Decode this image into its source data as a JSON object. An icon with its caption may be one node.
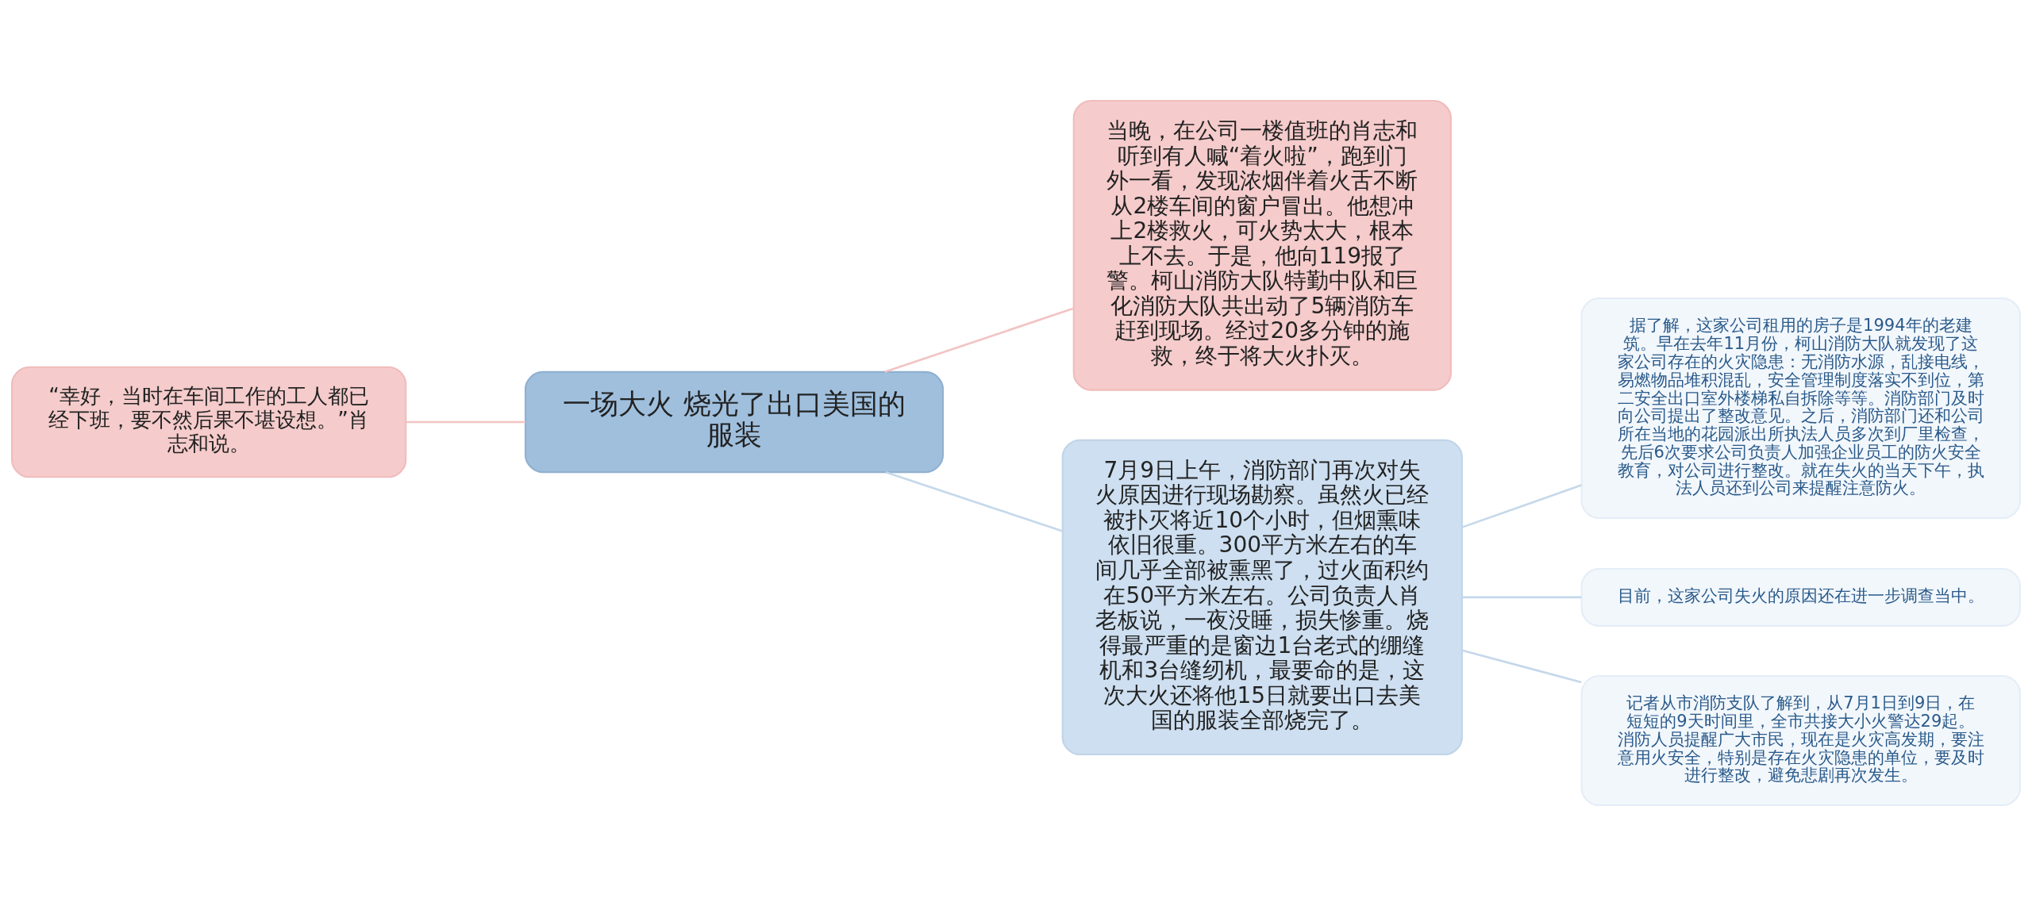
{
  "diagram": {
    "nodes": [
      {
        "text": [
          "一场大火 烧光了出口美国的服装"
        ]
      },
      {
        "text": [
          "“幸好，当时在车间工作的工人都已经下班，要不然后果不堪设想。”肖志和说。"
        ]
      },
      {
        "text": [
          "当晚，在公司一楼值班的肖志和听到有人喊“着火啦”，跑到门外一看，发现浓烟伴着火舌不断从2楼车间的窗户冒出。他想冲上2楼救火，可火势太大，根本上不去。于是，他向119报了警。柯山消防大队特勤中队和巨化消防大队共出动了5辆消防车赶到现场。经过20多分钟的施救，终于将大火扑灭。"
        ]
      },
      {
        "text": [
          "7月9日上午，消防部门再次对失火原因进行现场勘察。虽然火已经被扑灭将近10个小时，但烟熏味依旧很重。300平方米左右的车间几乎全部被熏黑了，过火面积约在50平方米左右。公司负责人肖老板说，一夜没睡，损失惨重。烧得最严重的是窗边1台老式的绷缝机和3台缝纫机，最要命的是，这次大火还将他15日就要出口去美国的服装全部烧完了。"
        ]
      },
      {
        "text": [
          "据了解，这家公司租用的房子是1994年的老建筑。早在去年11月份，柯山消防大队就发现了这家公司存在的火灾隐患：无消防水源，乱接电线，易燃物品堆积混乱，安全管理制度落实不到位，第二安全出口室外楼梯私自拆除等等。消防部门及时向公司提出了整改意见。之后，消防部门还和公司所在当地的花园派出所执法人员多次到厂里检查，先后6次要求公司负责人加强企业员工的防火安全教育，对公司进行整改。就在失火的当天下午，执法人员还到公司来提醒注意防火。"
        ]
      },
      {
        "text": [
          "目前，这家公司失火的原因还在进一步调查当中。"
        ]
      },
      {
        "text": [
          "记者从市消防支队了解到，从7月1日到9日，在短短的9天时间里，全市共接大小火警达29起。消防人员提醒广大市民，现在是火灾高发期，要注意用火安全，特别是存在火灾隐患的单位，要及时进行整改，避免悲剧再次发生。"
        ]
      }
    ],
    "edges": [
      {
        "from": 0,
        "to": 1,
        "arrow": "none",
        "color": "#f2c4c4"
      },
      {
        "from": 0,
        "to": 2,
        "arrow": "none",
        "color": "#f2c4c4"
      },
      {
        "from": 0,
        "to": 3,
        "arrow": "none"
      },
      {
        "from": 3,
        "to": 4,
        "arrow": "none"
      },
      {
        "from": 3,
        "to": 5,
        "arrow": "none"
      },
      {
        "from": 3,
        "to": 6,
        "arrow": "none"
      }
    ]
  }
}
